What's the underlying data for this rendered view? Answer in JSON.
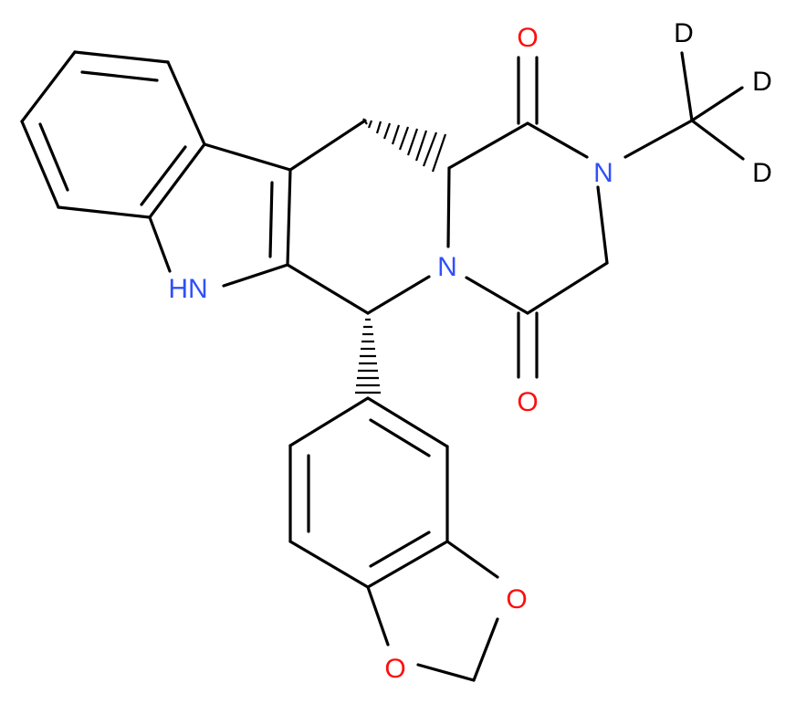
{
  "colors": {
    "background": "#ffffff",
    "bond": "#000000",
    "oxygen": "#ff0d0d",
    "nitrogen": "#3050f8",
    "hydrogen_isotope": "#000000"
  },
  "atoms": {
    "o_ketone_top": "O",
    "o_ketone_bottom": "O",
    "n_amide": "N",
    "n_ring": "N",
    "n_indole": "HN",
    "o_dioxole_top": "O",
    "o_dioxole_bottom": "O",
    "d1": "D",
    "d2": "D",
    "d3": "D"
  }
}
